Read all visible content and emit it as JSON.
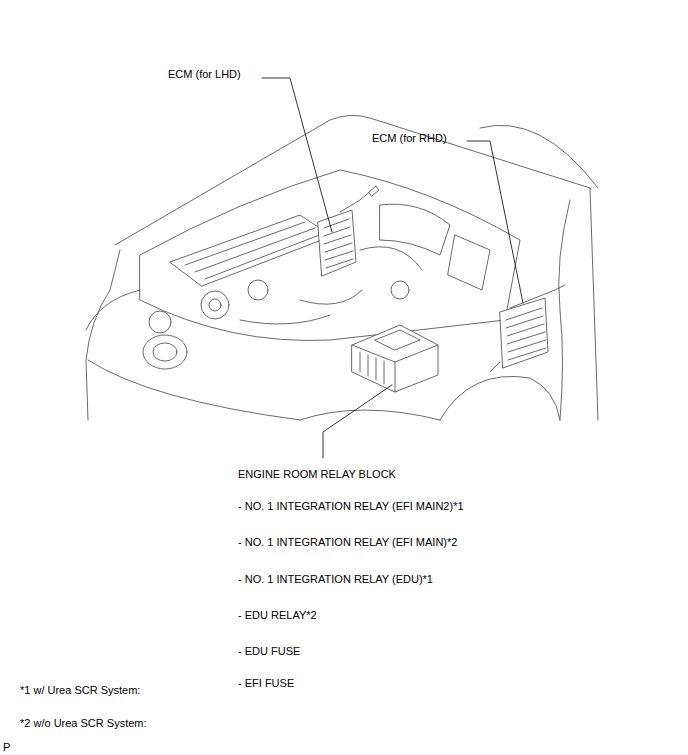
{
  "diagram": {
    "labels": [
      "ECM (for LHD)",
      "ECM (for RHD)",
      "ENGINE ROOM RELAY BLOCK",
      "- NO. 1 INTEGRATION RELAY (EFI MAIN2)*1",
      "- NO. 1 INTEGRATION RELAY (EFI MAIN)*2",
      "- NO. 1 INTEGRATION RELAY (EDU)*1",
      "- EDU RELAY*2",
      "- EDU FUSE",
      "- EFI FUSE",
      "*1 w/ Urea SCR System:",
      "*2 w/o Urea SCR System:",
      "P"
    ]
  }
}
